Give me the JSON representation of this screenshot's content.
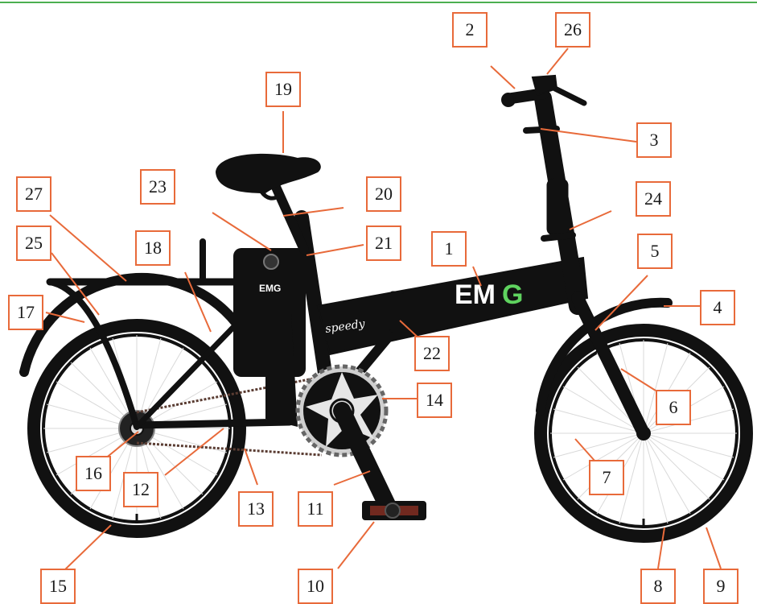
{
  "colors": {
    "frame": "#111111",
    "callout_border": "#e86a3a",
    "leader": "#e86a3a",
    "top_rule": "#4caf50",
    "logo_white": "#ffffff",
    "logo_green": "#5fd35f",
    "spoke": "#d9d9d9",
    "pedal_accent": "#b23a2a"
  },
  "logo": {
    "letters_white": "EM",
    "letter_green": "G"
  },
  "battery_logo": "EMG",
  "model_name": "speedy",
  "callouts": [
    "1",
    "2",
    "3",
    "4",
    "5",
    "6",
    "7",
    "8",
    "9",
    "10",
    "11",
    "12",
    "13",
    "14",
    "15",
    "16",
    "17",
    "18",
    "19",
    "20",
    "21",
    "22",
    "23",
    "24",
    "25",
    "26",
    "27"
  ]
}
